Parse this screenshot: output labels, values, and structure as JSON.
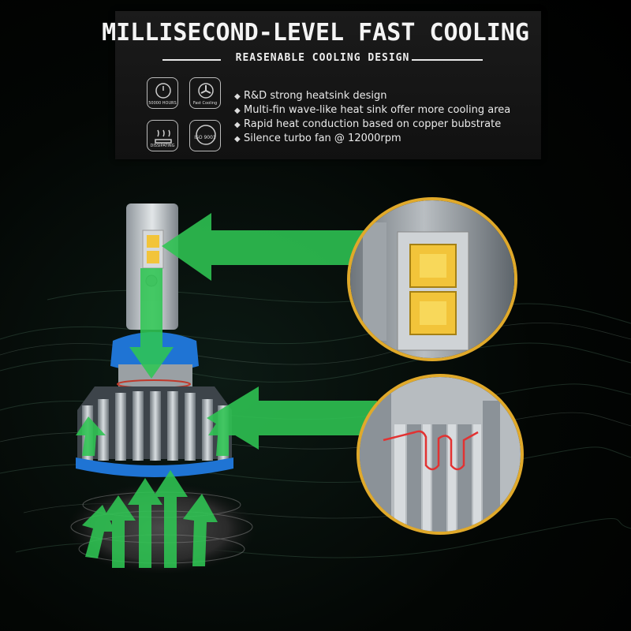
{
  "header": {
    "title": "MILLISECOND-LEVEL FAST COOLING",
    "subtitle": "REASENABLE COOLING DESIGN"
  },
  "badges": [
    {
      "icon": "hours-dial-icon",
      "caption": "50000 HOURS"
    },
    {
      "icon": "fan-icon",
      "caption": "Fast Cooling"
    },
    {
      "icon": "heat-dissipating-icon",
      "caption": "DISSIPATING"
    },
    {
      "icon": "iso-9001-icon",
      "caption": "ISO 9001"
    }
  ],
  "features": [
    "R&D strong heatsink design",
    "Multi-fin wave-like heat sink offer more cooling area",
    "Rapid heat conduction based on copper bubstrate",
    "Silence turbo fan @ 12000rpm"
  ],
  "bullet_glyph": "◆",
  "colors": {
    "arrow_green": "#2fc553",
    "zoom_ring": "#e0a92a",
    "chip_yellow": "#f2c43a",
    "base_blue": "#1f74d4",
    "heat_path": "#e23232"
  }
}
